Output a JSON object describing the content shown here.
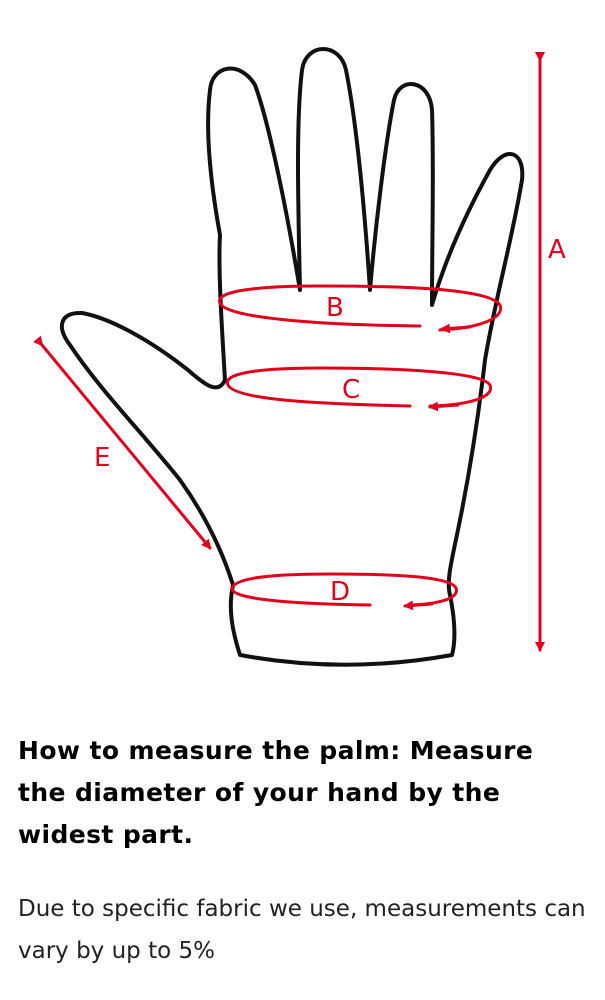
{
  "diagram": {
    "labels": {
      "a": "A",
      "b": "B",
      "c": "C",
      "d": "D",
      "e": "E"
    },
    "colors": {
      "outline": "#111111",
      "measure": "#e0001b"
    }
  },
  "text": {
    "heading": "How to measure the palm: Measure the diameter of your hand by the widest part.",
    "note": "Due to specific fabric we use, measurements can vary by up to 5%"
  }
}
